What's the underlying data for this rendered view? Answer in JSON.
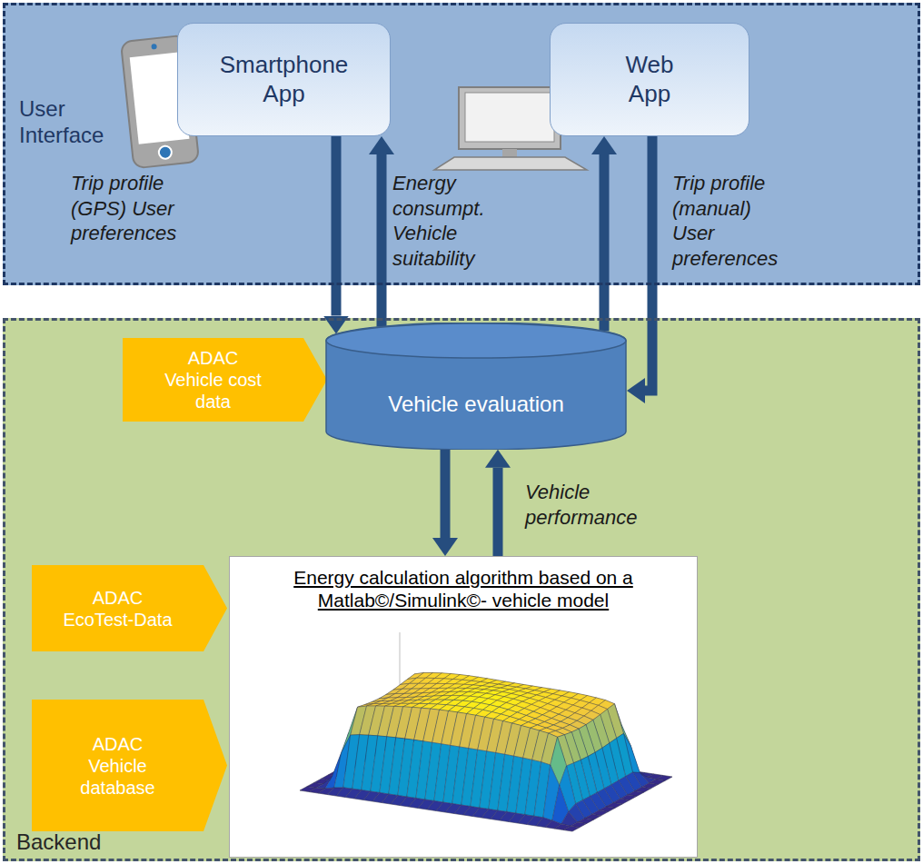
{
  "diagram": {
    "nodes": [
      {
        "text": [
          "User Interface"
        ]
      },
      {
        "text": [
          "Smartphone App"
        ],
        "in": 0
      },
      {
        "text": [
          "Web App"
        ],
        "in": 0
      },
      {
        "text": [
          "Backend"
        ]
      },
      {
        "text": [
          "ADAC Vehicle cost data"
        ],
        "in": 3
      },
      {
        "text": [
          "Vehicle evaluation"
        ],
        "in": 3
      },
      {
        "text": [
          "Energy calculation algorithm based on a Matlab©/Simulink©- vehicle model"
        ],
        "in": 3
      },
      {
        "text": [
          "ADAC EcoTest-Data"
        ],
        "in": 3
      },
      {
        "text": [
          "ADAC Vehicle database"
        ],
        "in": 3
      }
    ],
    "edges": [
      {
        "from": 1,
        "to": 5,
        "label": "Trip profile (GPS) User preferences",
        "arrow": "to"
      },
      {
        "from": 5,
        "to": 1,
        "label": "Energy consumpt. Vehicle suitability",
        "arrow": "to"
      },
      {
        "from": 5,
        "to": 2,
        "arrow": "to"
      },
      {
        "from": 2,
        "to": 5,
        "label": "Trip profile (manual) User preferences",
        "arrow": "to"
      },
      {
        "from": 5,
        "to": 6,
        "arrow": "to"
      },
      {
        "from": 6,
        "to": 5,
        "label": "Vehicle performance",
        "arrow": "to"
      }
    ]
  }
}
